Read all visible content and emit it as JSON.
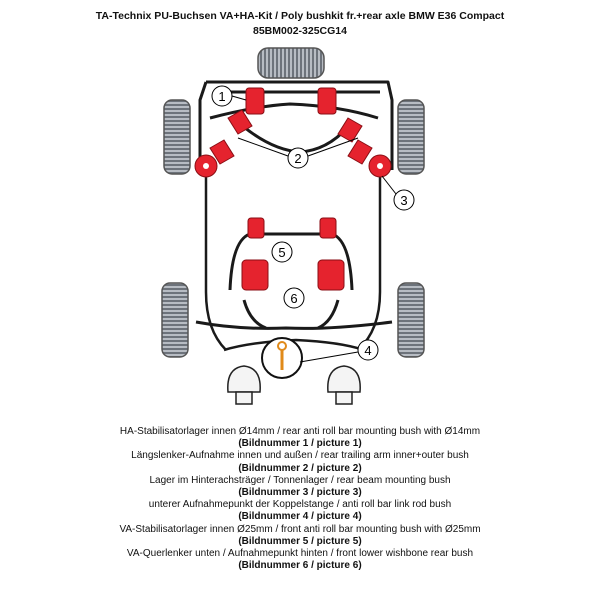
{
  "header": {
    "title": "TA-Technix PU-Buchsen VA+HA-Kit / Poly bushkit fr.+rear axle BMW E36 Compact",
    "part_number": "85BM002-325CG14"
  },
  "diagram": {
    "callouts": [
      "1",
      "2",
      "3",
      "4",
      "5",
      "6"
    ],
    "colors": {
      "bush": "#e5232e",
      "frame": "#1a1a1a",
      "tire": "#9aa0a8",
      "accent": "#e08a1a"
    }
  },
  "parts": [
    {
      "description": "HA-Stabilisatorlager innen Ø14mm / rear anti roll bar mounting bush with Ø14mm",
      "picture": "(Bildnummer 1 / picture 1)"
    },
    {
      "description": "Längslenker-Aufnahme innen und außen / rear trailing arm inner+outer bush",
      "picture": "(Bildnummer 2 / picture 2)"
    },
    {
      "description": "Lager im Hinterachsträger / Tonnenlager / rear beam mounting bush",
      "picture": "(Bildnummer 3 / picture 3)"
    },
    {
      "description": "unterer Aufnahmepunkt der Koppelstange / anti roll bar link rod bush",
      "picture": "(Bildnummer 4 / picture 4)"
    },
    {
      "description": "VA-Stabilisatorlager innen Ø25mm / front anti roll bar mounting bush with Ø25mm",
      "picture": "(Bildnummer 5 / picture 5)"
    },
    {
      "description": "VA-Querlenker unten / Aufnahmepunkt hinten / front lower wishbone rear bush",
      "picture": "(Bildnummer 6 / picture 6)"
    }
  ]
}
